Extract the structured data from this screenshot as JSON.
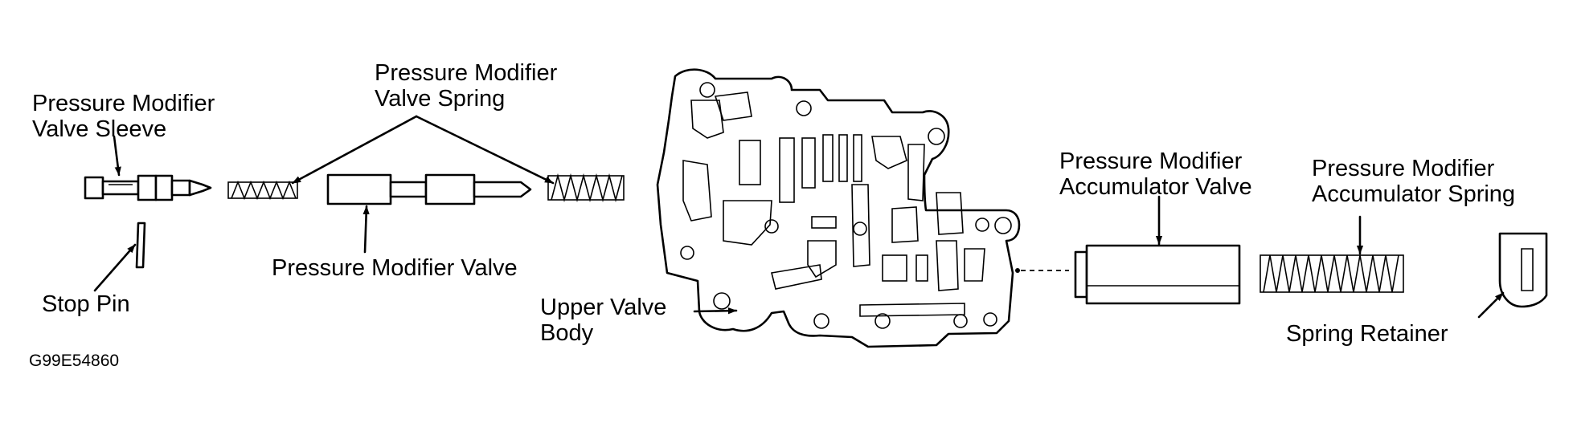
{
  "labels": {
    "sleeve_line1": "Pressure Modifier",
    "sleeve_line2": "Valve Sleeve",
    "stop_pin": "Stop Pin",
    "spring_line1": "Pressure Modifier",
    "spring_line2": "Valve Spring",
    "valve": "Pressure Modifier Valve",
    "body_line1": "Upper Valve",
    "body_line2": "Body",
    "accum_valve_line1": "Pressure Modifier",
    "accum_valve_line2": "Accumulator Valve",
    "accum_spring_line1": "Pressure Modifier",
    "accum_spring_line2": "Accumulator Spring",
    "retainer": "Spring Retainer"
  },
  "figure_code": "G99E54860"
}
